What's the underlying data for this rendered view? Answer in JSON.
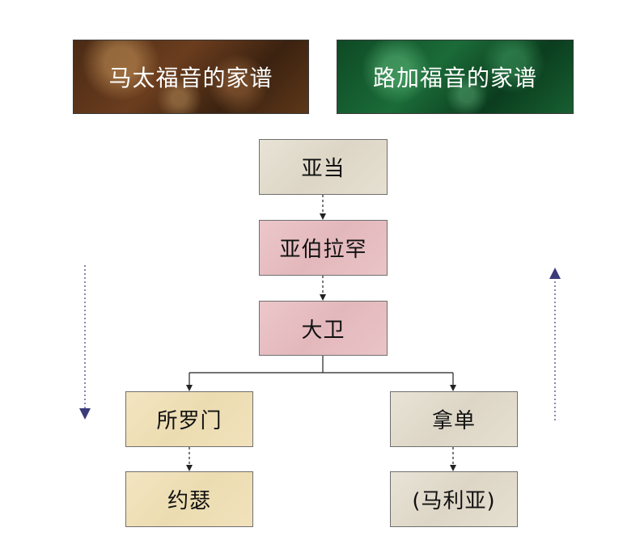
{
  "headers": {
    "matthew": "马太福音的家谱",
    "luke": "路加福音的家谱"
  },
  "nodes": {
    "adam": "亚当",
    "abraham": "亚伯拉罕",
    "david": "大卫",
    "solomon": "所罗门",
    "nathan": "拿单",
    "joseph": "约瑟",
    "mary": "(马利亚)"
  },
  "colors": {
    "matthew_header": "#4a2a14",
    "luke_header": "#0e4a25",
    "arrow": "#3b3b7a",
    "stone_box": "#e3ddcf",
    "pink_box": "#e8c0c3",
    "cream_box": "#f0e0b8"
  }
}
